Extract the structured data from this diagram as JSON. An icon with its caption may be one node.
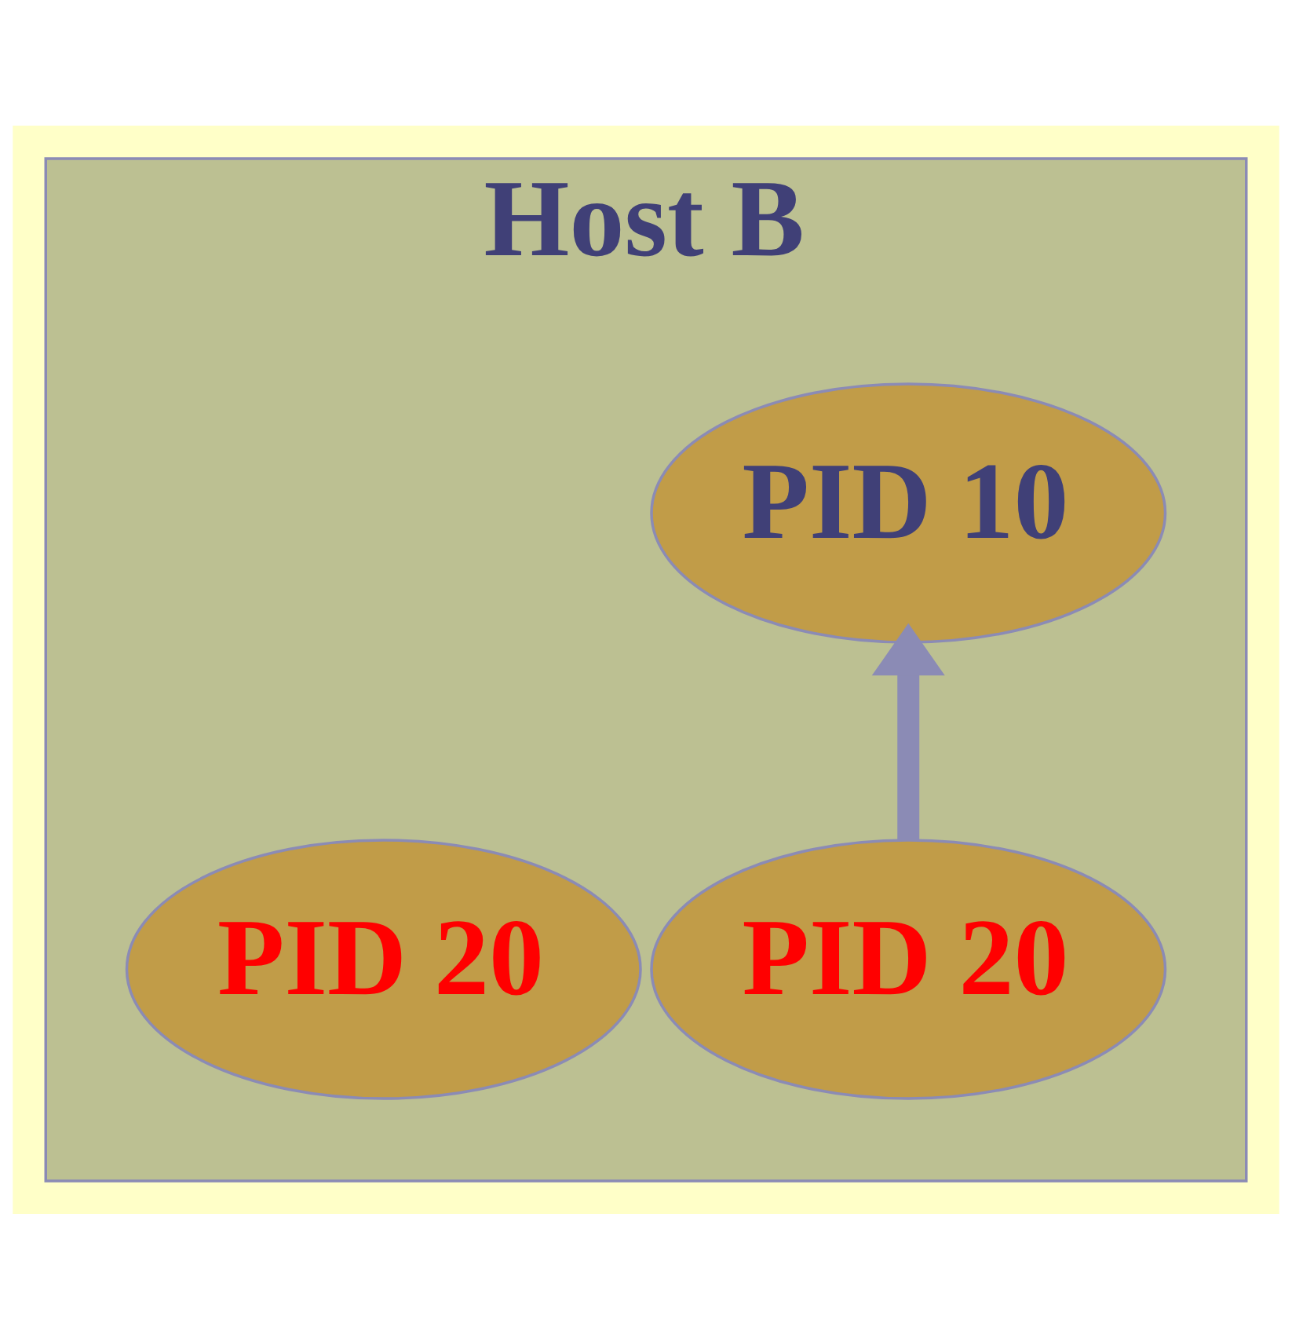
{
  "diagram": {
    "nodes": [
      {
        "text": [
          "Host B"
        ]
      },
      {
        "text": [
          "PID 10"
        ],
        "in": 0
      },
      {
        "text": [
          "PID 20"
        ],
        "in": 0
      },
      {
        "text": [
          "PID 20"
        ],
        "in": 0
      }
    ],
    "edges": [
      {
        "from": 2,
        "to": 1,
        "arrow": "to"
      }
    ]
  }
}
